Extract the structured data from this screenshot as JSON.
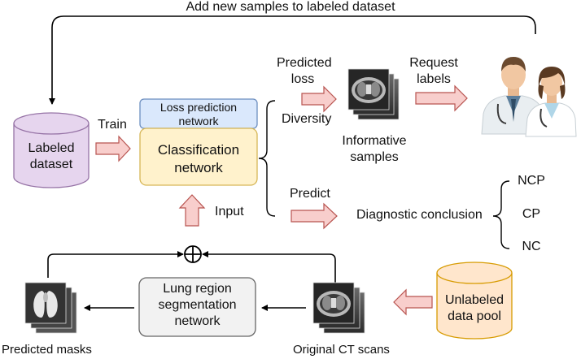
{
  "top_caption": "Add new samples to labeled dataset",
  "labeled_dataset": {
    "label_line1": "Labeled",
    "label_line2": "dataset",
    "color": "#e6d5ee",
    "stroke": "#9673a6"
  },
  "train_label": "Train",
  "loss_net": {
    "line1": "Loss prediction",
    "line2": "network",
    "color": "#dae8fc",
    "stroke": "#6c8ebf"
  },
  "cls_net": {
    "line1": "Classification",
    "line2": "network",
    "color": "#fff2cc",
    "stroke": "#d6b656"
  },
  "input_label": "Input",
  "predicted_loss": {
    "line1": "Predicted",
    "line2": "loss"
  },
  "diversity_label": "Diversity",
  "informative": {
    "line1": "Informative",
    "line2": "samples"
  },
  "request_labels": {
    "line1": "Request",
    "line2": "labels"
  },
  "predict_label": "Predict",
  "diagnostic_label": "Diagnostic conclusion",
  "classes": [
    "NCP",
    "CP",
    "NC"
  ],
  "segmentation_net": {
    "line1": "Lung region",
    "line2": "segmentation",
    "line3": "network",
    "color": "#f2f2f2",
    "stroke": "#666666"
  },
  "unlabeled_pool": {
    "line1": "Unlabeled",
    "line2": "data pool",
    "color": "#ffe6cc",
    "stroke": "#d79b00"
  },
  "predicted_masks_label": "Predicted masks",
  "original_ct_label": "Original CT scans",
  "arrow_fill": "#f8cecc",
  "arrow_stroke": "#b85450",
  "icons": [
    "doctors-icon",
    "ct-scan-icon",
    "mask-icon",
    "plus-circle-icon"
  ]
}
